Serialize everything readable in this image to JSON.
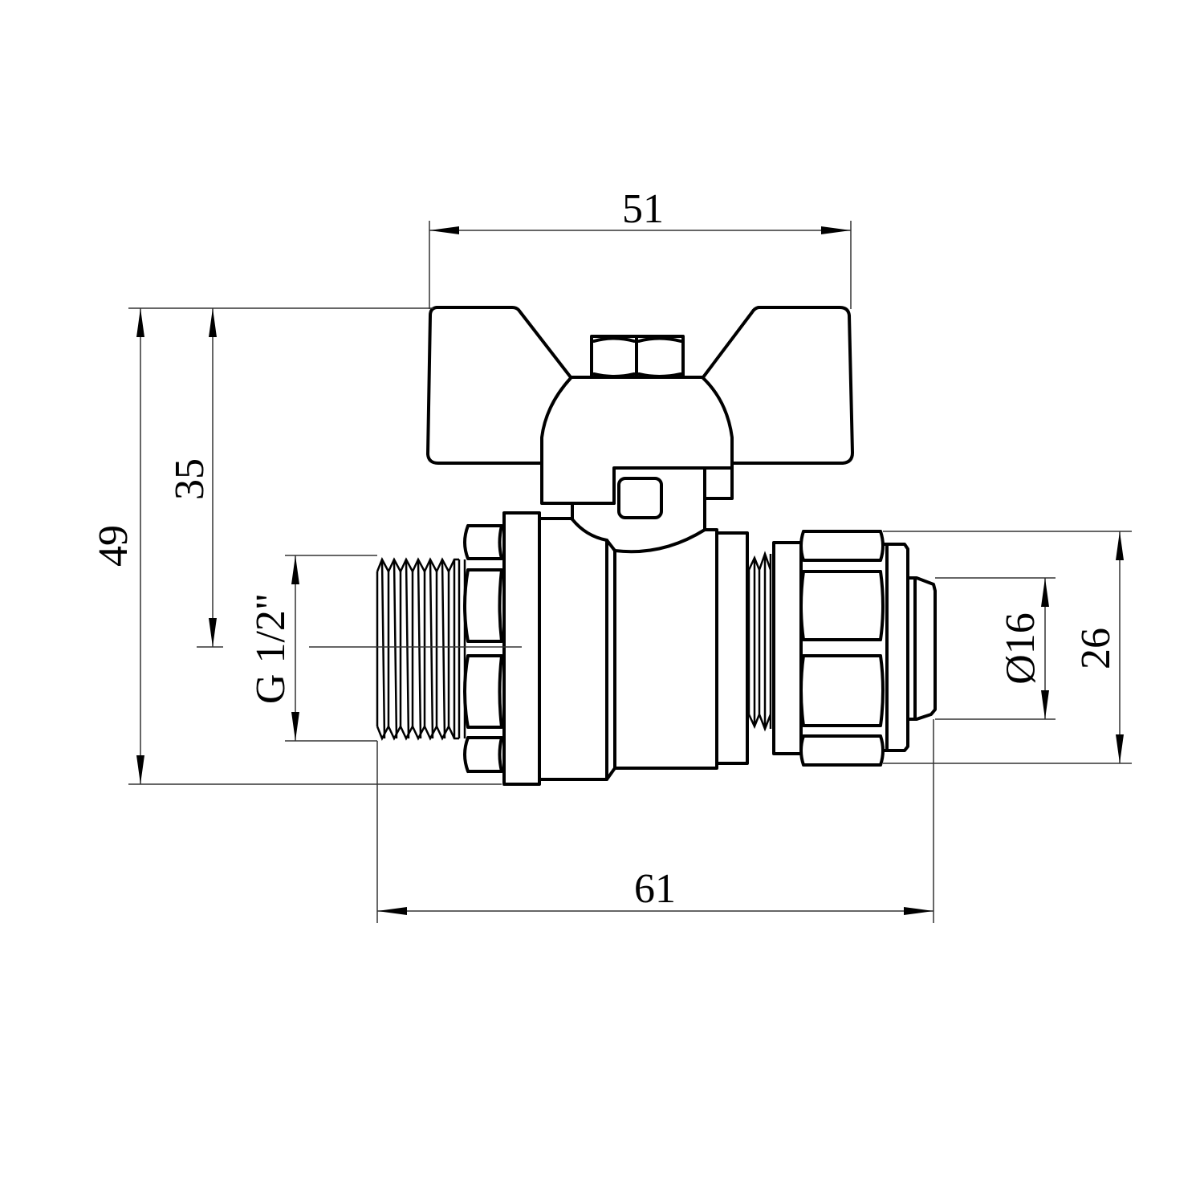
{
  "title": "Ball valve with butterfly handle – dimensional drawing",
  "dimensions": {
    "handle_width": "51",
    "total_height": "49",
    "axis_height": "35",
    "thread": "G 1/2\"",
    "pipe_diameter": "Ø16",
    "nut_size": "26",
    "total_length": "61"
  }
}
